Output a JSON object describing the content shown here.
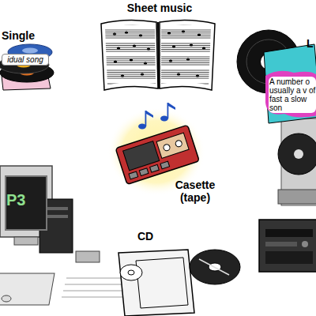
{
  "diagram": {
    "nodes": [
      {
        "text": [
          "idual song"
        ]
      },
      {
        "text": [
          "A number o usually a v of fast a slow son"
        ]
      },
      {
        "text": [
          "P3"
        ]
      }
    ],
    "edges": [],
    "labels": [
      "Sheet music",
      "Single",
      "L",
      "Casette (tape)",
      "CD"
    ]
  }
}
